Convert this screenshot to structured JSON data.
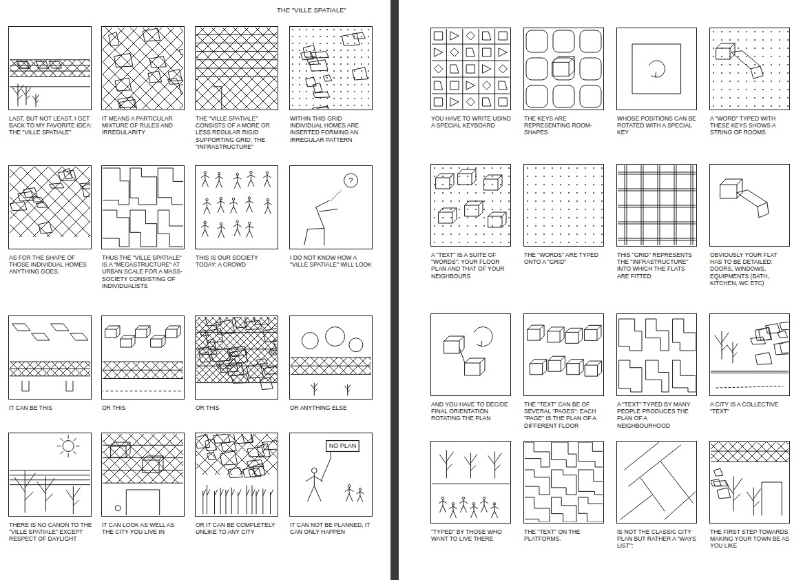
{
  "diagram": {
    "title": "THE \"VILLE SPATIALE\"",
    "nodes": [
      {
        "text": [
          "LAST, BUT NOT LEAST, I GET BACK TO MY FAVORITE IDEA: THE \"VILLE SPATIALE\""
        ]
      },
      {
        "text": [
          "IT MEANS A PARTICULAR MIXTURE OF RULES AND IRREGULARITY"
        ]
      },
      {
        "text": [
          "THE \"VILLE SPATIALE\" CONSISTS OF A MORE OR LESS REGULAR RIGID SUPPORTING GRID: THE \"INFRASTRUCTURE\""
        ]
      },
      {
        "text": [
          "WITHIN THIS GRID INDIVIDUAL HOMES ARE INSERTED FORMING AN IRREGULAR PATTERN"
        ]
      },
      {
        "text": [
          "AS FOR THE SHAPE OF THOSE INDIVIDUAL HOMES ANYTHING GOES."
        ]
      },
      {
        "text": [
          "THUS THE \"VILLE SPATIALE\" IS A \"MEGASTRUCTURE\" AT URBAN SCALE FOR A MASS-SOCIETY CONSISTING OF INDIVIDUALISTS"
        ]
      },
      {
        "text": [
          "THIS IS OUR SOCIETY TODAY: A CROWD"
        ]
      },
      {
        "text": [
          "I DO NOT KNOW HOW A \"VILLE SPATIALE\" WILL LOOK"
        ]
      },
      {
        "text": [
          "IT CAN BE THIS"
        ]
      },
      {
        "text": [
          "OR THIS"
        ]
      },
      {
        "text": [
          "OR THIS"
        ]
      },
      {
        "text": [
          "OR ANYTHING ELSE"
        ]
      },
      {
        "text": [
          "THERE IS NO CANON TO THE \"VILLE SPATIALE\" EXCEPT RESPECT OF DAYLIGHT"
        ]
      },
      {
        "text": [
          "IT CAN LOOK AS WELL AS THE CITY YOU LIVE IN"
        ]
      },
      {
        "text": [
          "OR IT CAN BE COMPLETELY UNLIKE TO ANY CITY"
        ]
      },
      {
        "text": [
          "IT CAN NOT BE PLANNED, IT CAN ONLY HAPPEN"
        ]
      },
      {
        "text": [
          "YOU HAVE TO WRITE USING A SPECIAL KEYBOARD"
        ]
      },
      {
        "text": [
          "THE KEYS ARE REPRESENTING ROOM-SHAPES"
        ]
      },
      {
        "text": [
          "WHOSE POSITIONS CAN BE ROTATED WITH A SPECIAL KEY"
        ]
      },
      {
        "text": [
          "A \"WORD\" TYPED WITH THESE KEYS SHOWS A STRING OF ROOMS"
        ]
      },
      {
        "text": [
          "A \"TEXT\" IS A SUITE OF \"WORDS\": YOUR FLOOR PLAN AND THAT OF YOUR NEIGHBOURS"
        ]
      },
      {
        "text": [
          "THE \"WORDS\" ARE TYPED ONTO A \"GRID\""
        ]
      },
      {
        "text": [
          "THIS \"GRID\" REPRESENTS THE \"INFRASTRUCTURE\" INTO WHICH THE FLATS ARE FITTED"
        ]
      },
      {
        "text": [
          "OBVIOUSLY YOUR FLAT HAS TO BE DETAILED: DOORS, WINDOWS, EQUIPMENTS (BATH, KITCHEN, WC ETC)"
        ]
      },
      {
        "text": [
          "AND YOU HAVE TO DECIDE FINAL ORIENTATION ROTATING THE PLAN"
        ]
      },
      {
        "text": [
          "THE \"TEXT\" CAN BE OF SEVERAL \"PAGES\": EACH \"PAGE\" IS THE PLAN OF A DIFFERENT FLOOR"
        ]
      },
      {
        "text": [
          "A \"TEXT\" TYPED BY MANY PEOPLE PRODUCES THE PLAN OF A NEIGHBOURHOOD"
        ]
      },
      {
        "text": [
          "A CITY IS A COLLECTIVE \"TEXT\""
        ]
      },
      {
        "text": [
          "\"TYPED\" BY THOSE WHO WANT TO LIVE THERE"
        ]
      },
      {
        "text": [
          "THE \"TEXT\" ON THE PLATFORMS."
        ]
      },
      {
        "text": [
          "IS NOT THE CLASSIC CITY PLAN BUT RATHER A \"WAYS LIST\":"
        ]
      },
      {
        "text": [
          "THE FIRST STEP TOWARDS MAKING YOUR TOWN BE AS YOU LIKE"
        ]
      }
    ],
    "labels": [
      "?",
      "NO PLAN"
    ]
  }
}
